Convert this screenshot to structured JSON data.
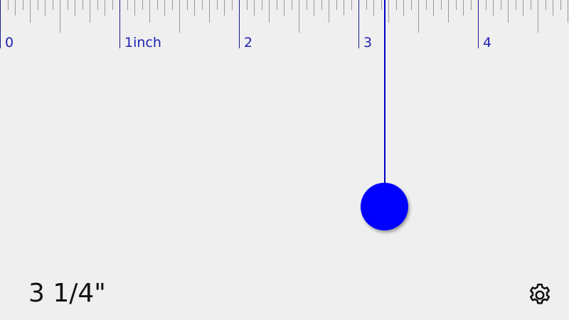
{
  "ruler": {
    "unit": "inch",
    "labels": [
      "0",
      "1inch",
      "2",
      "3",
      "4"
    ],
    "subdivisions_per_inch": 16
  },
  "cursor": {
    "position_inches": 3.22
  },
  "measurement": {
    "value_text": "3 1/4\""
  },
  "settings": {
    "icon": "gear-icon"
  },
  "colors": {
    "background": "#efefef",
    "accent": "#0000ff",
    "label": "#2222b4",
    "minor_tick": "#999999",
    "inch_tick": "#1a1a8c"
  }
}
